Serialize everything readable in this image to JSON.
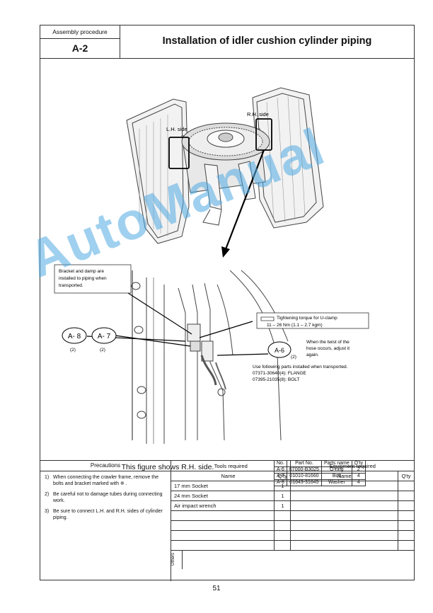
{
  "header": {
    "procedure_label": "Assembly procedure",
    "procedure_code": "A-2",
    "title": "Installation of idler cushion cylinder piping"
  },
  "figure": {
    "lh_side": "L.H. side",
    "rh_side": "R.H. side",
    "bracket_note_1": "Bracket and damp are",
    "bracket_note_2": "installed to piping when",
    "bracket_note_3": "transported.",
    "torque_1": "Tightening torque for U-clamp",
    "torque_2": "11 – 26 Nm (1.1 – 2.7 kgm)",
    "twist_1": "When the twist of the",
    "twist_2": "hose occurs, adjust it",
    "twist_3": "again.",
    "use_parts": "Use following parts installed when transported.",
    "flange": "07371-30640(4): FLANGE",
    "bolt": "07395-21035(8): BOLT",
    "callout_a8": "A- 8",
    "callout_a7": "A- 7",
    "callout_a6": "A-6",
    "qty_2": "(2)",
    "caption": "This figure shows R.H. side."
  },
  "parts_table": {
    "headers": [
      "No.",
      "Part No.",
      "Parts name",
      "Q'ty"
    ],
    "rows": [
      [
        "A-6",
        "07000-B3025",
        "O-ring",
        "2"
      ],
      [
        "A-7",
        "01010-81660",
        "Bolt",
        "4"
      ],
      [
        "A-8",
        "01643-31645",
        "Washer",
        "4"
      ]
    ]
  },
  "precautions": {
    "heading": "Precautions",
    "items": [
      {
        "num": "1)",
        "text": "When connecting the crawler frame, remove the bolts and bracket marked with ※ ."
      },
      {
        "num": "2)",
        "text": "Be careful not to damage tubes during connecting work."
      },
      {
        "num": "3)",
        "text": "Be sure to connect L.H. and R.H. sides of cylinder piping."
      }
    ]
  },
  "tools": {
    "heading": "Tools required",
    "equipment_heading": "Equipment required",
    "name_col": "Name",
    "qty_col": "Q'ty",
    "others_label": "Others",
    "rows": [
      {
        "name": "17 mm Socket",
        "qty": "1"
      },
      {
        "name": "24 mm Socket",
        "qty": "1"
      },
      {
        "name": "Air impact wrench",
        "qty": "1"
      }
    ]
  },
  "watermark": "AutoManual",
  "page_number": "51"
}
